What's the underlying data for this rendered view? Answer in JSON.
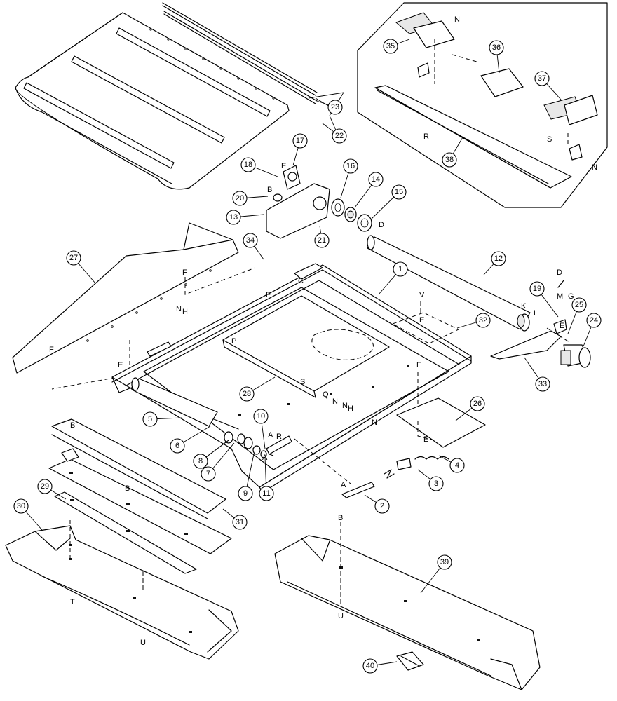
{
  "callouts": [
    {
      "id": "1"
    },
    {
      "id": "2"
    },
    {
      "id": "3"
    },
    {
      "id": "4"
    },
    {
      "id": "5"
    },
    {
      "id": "6"
    },
    {
      "id": "7"
    },
    {
      "id": "8"
    },
    {
      "id": "9"
    },
    {
      "id": "10"
    },
    {
      "id": "11"
    },
    {
      "id": "12"
    },
    {
      "id": "13"
    },
    {
      "id": "14"
    },
    {
      "id": "15"
    },
    {
      "id": "16"
    },
    {
      "id": "17"
    },
    {
      "id": "18"
    },
    {
      "id": "19"
    },
    {
      "id": "20"
    },
    {
      "id": "21"
    },
    {
      "id": "22"
    },
    {
      "id": "23"
    },
    {
      "id": "24"
    },
    {
      "id": "25"
    },
    {
      "id": "26"
    },
    {
      "id": "27"
    },
    {
      "id": "28"
    },
    {
      "id": "29"
    },
    {
      "id": "30"
    },
    {
      "id": "31"
    },
    {
      "id": "32"
    },
    {
      "id": "33"
    },
    {
      "id": "34"
    },
    {
      "id": "35"
    },
    {
      "id": "36"
    },
    {
      "id": "37"
    },
    {
      "id": "38"
    },
    {
      "id": "39"
    },
    {
      "id": "40"
    },
    {
      "id": "8"
    }
  ],
  "letters": [
    "N",
    "R",
    "S",
    "N",
    "E",
    "B",
    "D",
    "E",
    "C",
    "K",
    "L",
    "M",
    "G",
    "E",
    "D",
    "V",
    "E",
    "F",
    "F",
    "E",
    "H",
    "N",
    "P",
    "S",
    "Q",
    "N",
    "N",
    "H",
    "F",
    "E",
    "N",
    "A",
    "R",
    "A",
    "A",
    "B",
    "B",
    "T",
    "U",
    "B",
    "U"
  ]
}
